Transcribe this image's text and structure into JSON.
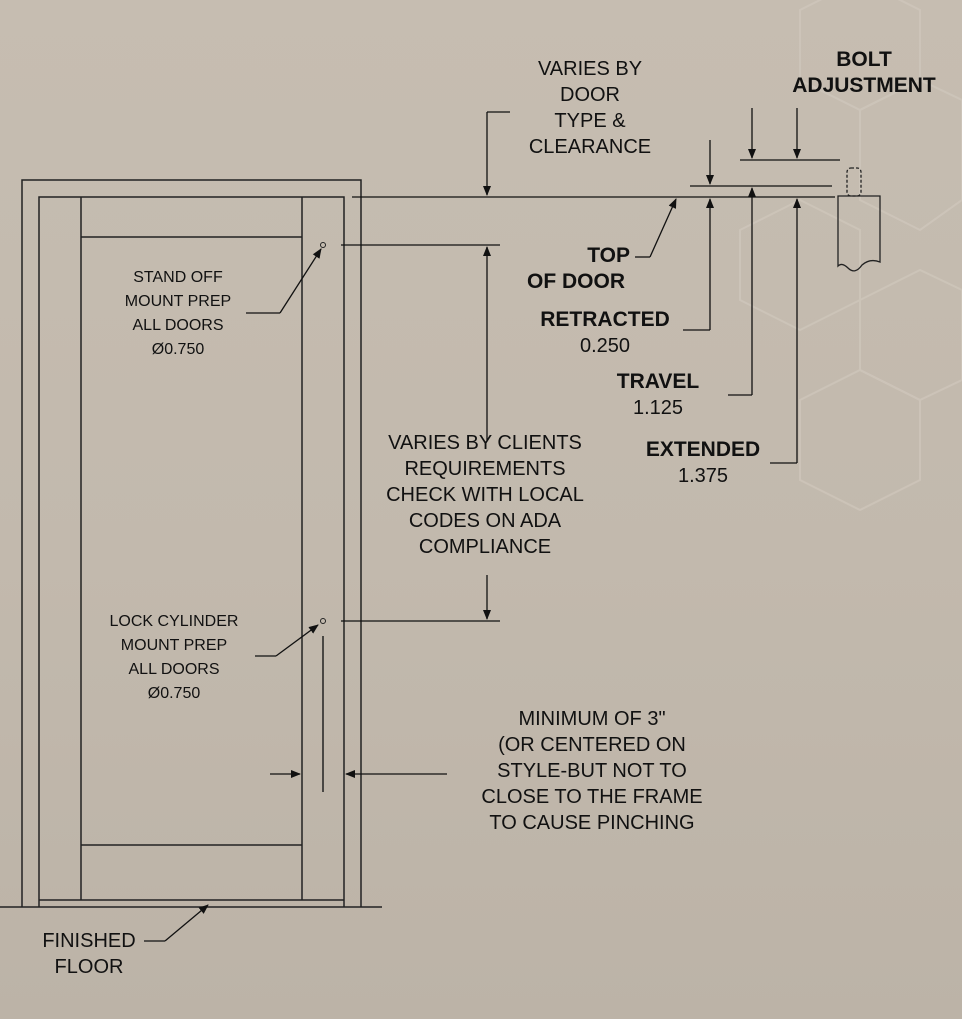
{
  "labels": {
    "varies_door_type": [
      "VARIES BY",
      "DOOR",
      "TYPE &",
      "CLEARANCE"
    ],
    "bolt_adjustment": [
      "BOLT",
      "ADJUSTMENT"
    ],
    "top_of_door": [
      "TOP",
      "OF DOOR"
    ],
    "retracted": {
      "name": "RETRACTED",
      "value": "0.250"
    },
    "travel": {
      "name": "TRAVEL",
      "value": "1.125"
    },
    "extended": {
      "name": "EXTENDED",
      "value": "1.375"
    },
    "stand_off": [
      "STAND OFF",
      "MOUNT PREP",
      "ALL DOORS",
      "Ø0.750"
    ],
    "varies_clients": [
      "VARIES BY CLIENTS",
      "REQUIREMENTS",
      "CHECK WITH LOCAL",
      "CODES ON ADA",
      "COMPLIANCE"
    ],
    "lock_cylinder": [
      "LOCK CYLINDER",
      "MOUNT PREP",
      "ALL DOORS",
      "Ø0.750"
    ],
    "minimum": [
      "MINIMUM OF 3\"",
      "(OR CENTERED ON",
      "STYLE-BUT NOT TO",
      "CLOSE TO THE FRAME",
      "TO CAUSE PINCHING"
    ],
    "finished_floor": [
      "FINISHED",
      "FLOOR"
    ]
  }
}
